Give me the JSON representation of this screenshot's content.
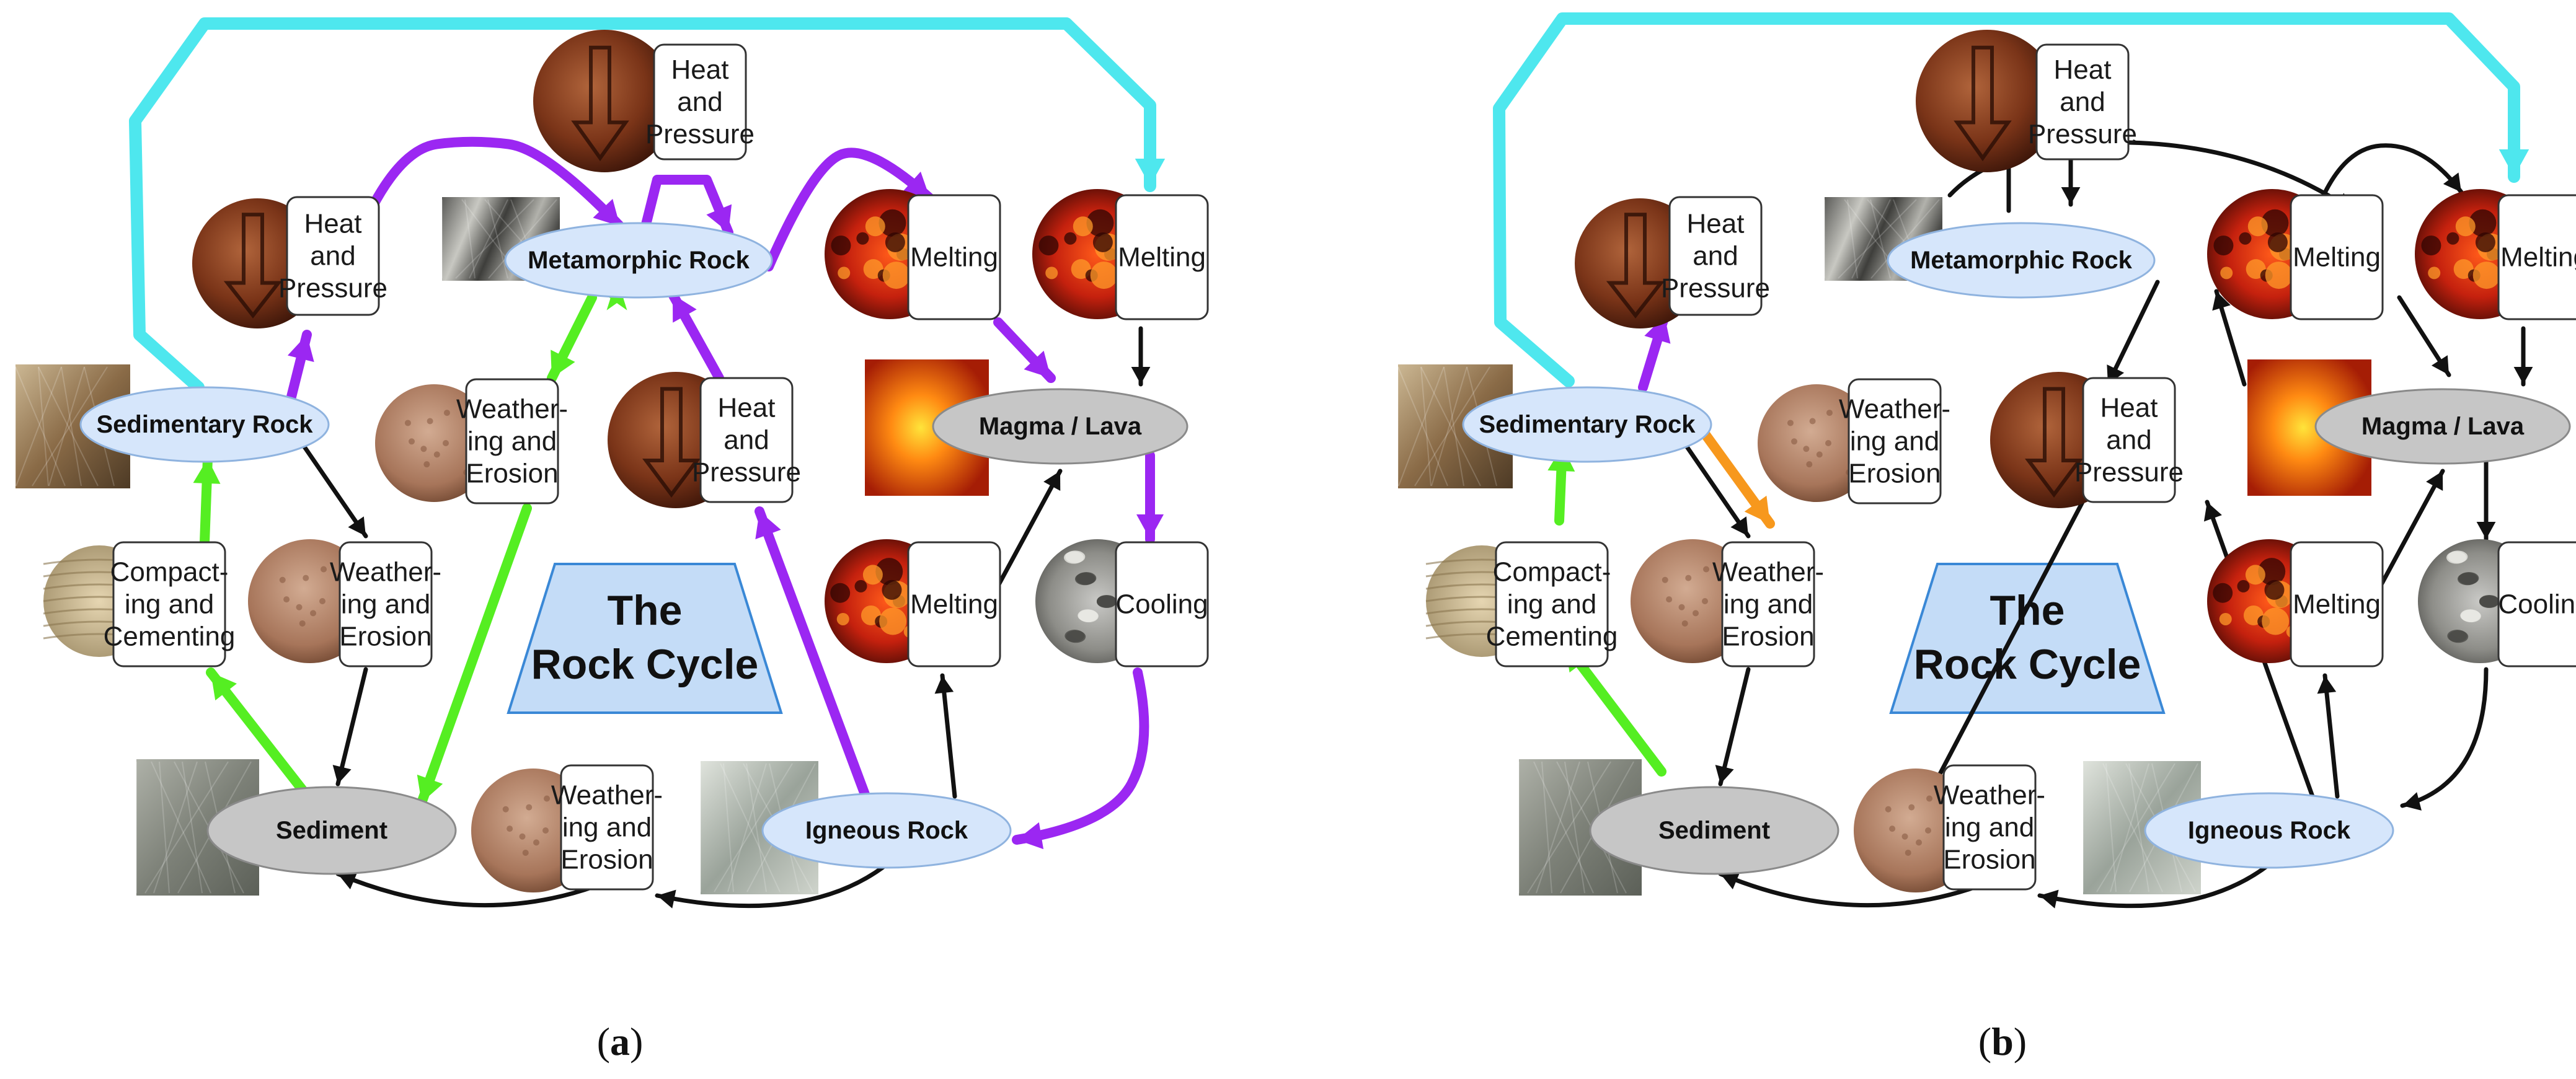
{
  "colors": {
    "black_arrow": "#111111",
    "cyan_arrow": "#4ee7ee",
    "purple_arrow": "#9b27f2",
    "green_arrow": "#55ee22",
    "orange_arrow": "#f7981d",
    "oval_fill": "#d6e6fb",
    "oval_stroke": "#8fb3df",
    "gray_oval_fill": "#c6c6c6",
    "trapezoid_fill": "#c4dcf7",
    "trapezoid_stroke": "#3a88d6"
  },
  "panels": [
    {
      "caption_letter": "a",
      "title_line1": "The",
      "title_line2": "Rock Cycle",
      "ovals": {
        "metamorphic": "Metamorphic Rock",
        "sedimentary": "Sedimentary Rock",
        "magma": "Magma / Lava",
        "sediment": "Sediment",
        "igneous": "Igneous Rock"
      },
      "boxes": {
        "heat_top": [
          "Heat",
          "and",
          "Pressure"
        ],
        "heat_left": [
          "Heat",
          "and",
          "Pressure"
        ],
        "heat_mid": [
          "Heat",
          "and",
          "Pressure"
        ],
        "melting_1": [
          "Melting"
        ],
        "melting_2": [
          "Melting"
        ],
        "melting_low": [
          "Melting"
        ],
        "cooling": [
          "Cooling"
        ],
        "weathering_mid": [
          "Weather-",
          "ing and",
          "Erosion"
        ],
        "weathering_left": [
          "Weather-",
          "ing and",
          "Erosion"
        ],
        "weathering_bottom": [
          "Weather-",
          "ing and",
          "Erosion"
        ],
        "compacting": [
          "Compact-",
          "ing and",
          "Cementing"
        ]
      }
    },
    {
      "caption_letter": "b",
      "title_line1": "The",
      "title_line2": "Rock Cycle",
      "ovals": {
        "metamorphic": "Metamorphic Rock",
        "sedimentary": "Sedimentary Rock",
        "magma": "Magma / Lava",
        "sediment": "Sediment",
        "igneous": "Igneous Rock"
      },
      "boxes": {
        "heat_top": [
          "Heat",
          "and",
          "Pressure"
        ],
        "heat_left": [
          "Heat",
          "and",
          "Pressure"
        ],
        "heat_mid": [
          "Heat",
          "and",
          "Pressure"
        ],
        "melting_1": [
          "Melting"
        ],
        "melting_2": [
          "Melting"
        ],
        "melting_low": [
          "Melting"
        ],
        "cooling": [
          "Cooling"
        ],
        "weathering_mid": [
          "Weather-",
          "ing and",
          "Erosion"
        ],
        "weathering_left": [
          "Weather-",
          "ing and",
          "Erosion"
        ],
        "weathering_bottom": [
          "Weather-",
          "ing and",
          "Erosion"
        ],
        "compacting": [
          "Compact-",
          "ing and",
          "Cementing"
        ]
      }
    }
  ]
}
